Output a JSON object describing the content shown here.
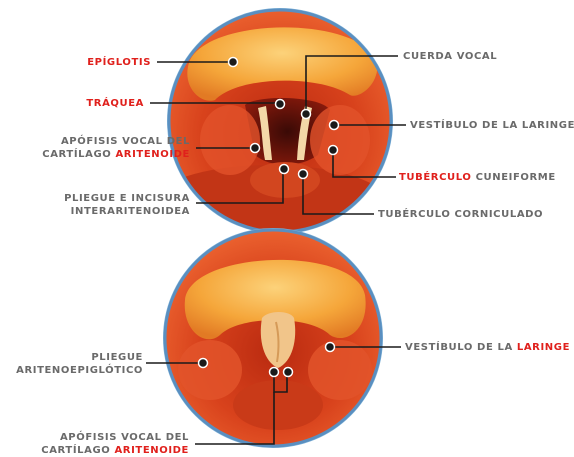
{
  "top": {
    "epiglotis": "EPÍGLOTIS",
    "traquea": "TRÁQUEA",
    "apofisis_l1": "APÓFISIS VOCAL DEL",
    "apofisis_l2a": "CARTÍLAGO",
    "apofisis_l2b": "ARITENOIDE",
    "pliegue_l1": "PLIEGUE E INCISURA",
    "pliegue_l2": "INTERARITENOIDEA",
    "cuerda_vocal": "CUERDA VOCAL",
    "vestibulo": "VESTÍBULO DE LA LARINGE",
    "tuberculo_a": "TUBÉRCULO",
    "tuberculo_b": "CUNEIFORME",
    "corniculado": "TUBÉRCULO CORNICULADO"
  },
  "bottom": {
    "pliegue_l1": "PLIEGUE",
    "pliegue_l2": "ARITENOEPIGLÓTICO",
    "vestibulo_a": "VESTÍBULO DE LA",
    "vestibulo_b": "LARINGE",
    "apofisis_l1": "APÓFISIS VOCAL DEL",
    "apofisis_l2a": "CARTÍLAGO",
    "apofisis_l2b": "ARITENOIDE"
  },
  "colors": {
    "highlight": "#e0201c",
    "label": "#6a6a6a",
    "tissue": "#d9401f",
    "epiglottis": "#f2a23a"
  }
}
